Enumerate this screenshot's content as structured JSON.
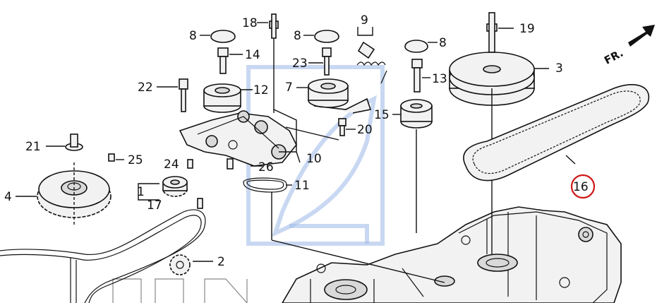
{
  "orientation_label": "FR.",
  "highlighted_part": "16",
  "highlight_color": "#d01818",
  "callouts": {
    "p1": "1",
    "p2": "2",
    "p3": "3",
    "p4": "4",
    "p7": "7",
    "p8a": "8",
    "p8b": "8",
    "p8c": "8",
    "p9": "9",
    "p10": "10",
    "p11": "11",
    "p12": "12",
    "p13": "13",
    "p14": "14",
    "p15": "15",
    "p16": "16",
    "p17": "17",
    "p18": "18",
    "p19": "19",
    "p20": "20",
    "p21": "21",
    "p22": "22",
    "p23": "23",
    "p24": "24",
    "p25": "25",
    "p26": "26"
  }
}
